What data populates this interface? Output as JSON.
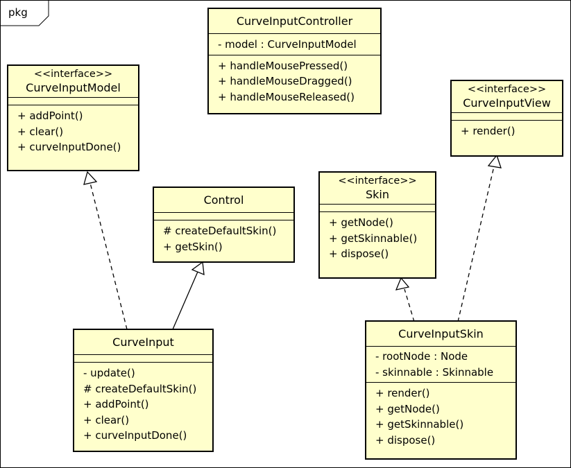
{
  "package": {
    "label": "pkg"
  },
  "classes": {
    "curveInputController": {
      "name": "CurveInputController",
      "attributes": [
        "- model : CurveInputModel"
      ],
      "operations": [
        "+ handleMousePressed()",
        "+ handleMouseDragged()",
        "+ handleMouseReleased()"
      ]
    },
    "curveInputModel": {
      "stereotype": "<<interface>>",
      "name": "CurveInputModel",
      "attributes": [],
      "operations": [
        "+ addPoint()",
        "+ clear()",
        "+ curveInputDone()"
      ]
    },
    "curveInputView": {
      "stereotype": "<<interface>>",
      "name": "CurveInputView",
      "attributes": [],
      "operations": [
        "+ render()"
      ]
    },
    "control": {
      "name": "Control",
      "attributes": [],
      "operations": [
        "# createDefaultSkin()",
        "+ getSkin()"
      ]
    },
    "skin": {
      "stereotype": "<<interface>>",
      "name": "Skin",
      "attributes": [],
      "operations": [
        "+ getNode()",
        "+ getSkinnable()",
        "+ dispose()"
      ]
    },
    "curveInput": {
      "name": "CurveInput",
      "attributes": [],
      "operations": [
        "- update()",
        "# createDefaultSkin()",
        "+ addPoint()",
        "+ clear()",
        "+ curveInputDone()"
      ]
    },
    "curveInputSkin": {
      "name": "CurveInputSkin",
      "attributes": [
        "- rootNode : Node",
        "- skinnable : Skinnable"
      ],
      "operations": [
        "+ render()",
        "+ getNode()",
        "+ getSkinnable()",
        "+ dispose()"
      ]
    }
  },
  "relations": [
    {
      "from": "curveInput",
      "to": "curveInputModel",
      "kind": "realization"
    },
    {
      "from": "curveInput",
      "to": "control",
      "kind": "generalization"
    },
    {
      "from": "curveInputSkin",
      "to": "skin",
      "kind": "realization"
    },
    {
      "from": "curveInputSkin",
      "to": "curveInputView",
      "kind": "realization"
    }
  ],
  "colors": {
    "class_fill": "#ffffcc",
    "line": "#000000",
    "background": "#ffffff"
  }
}
